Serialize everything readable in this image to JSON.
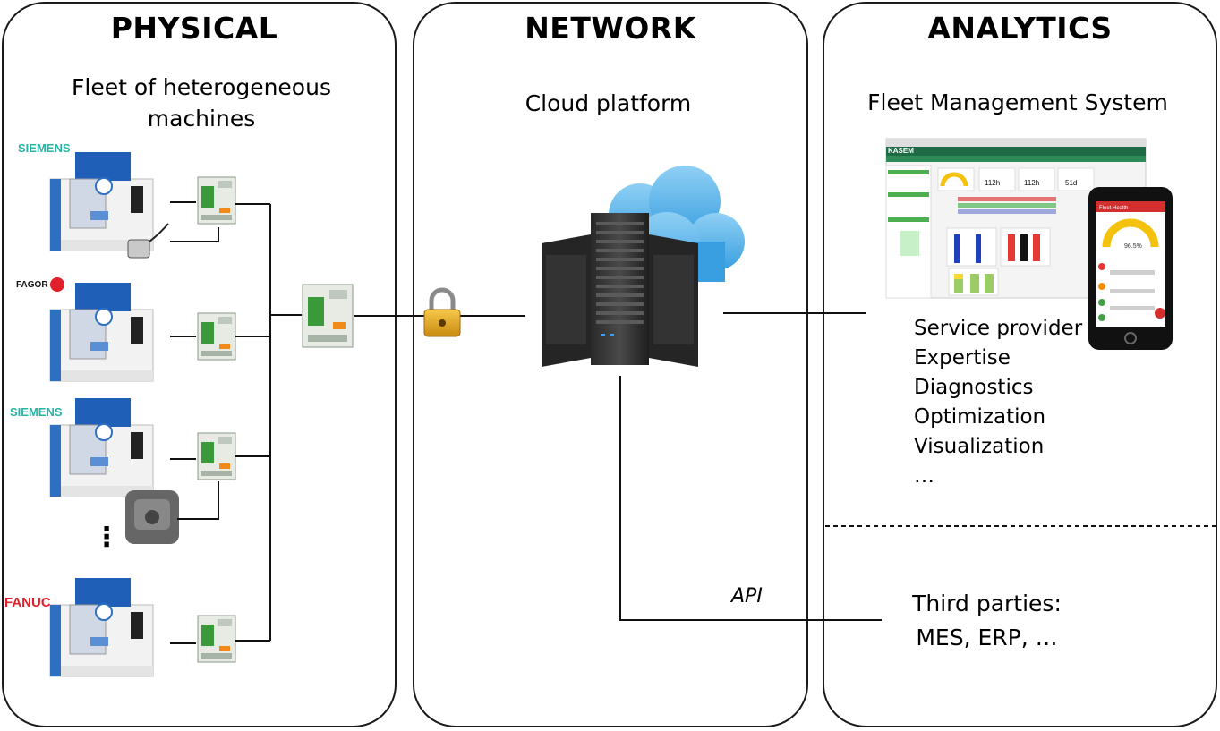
{
  "physical": {
    "title": "PHYSICAL",
    "subtitle_line1": "Fleet of heterogeneous",
    "subtitle_line2": "machines",
    "brands": [
      "SIEMENS",
      "FAGOR",
      "SIEMENS",
      "FANUC"
    ],
    "ellipsis": "⋮"
  },
  "network": {
    "title": "NETWORK",
    "subtitle": "Cloud platform",
    "api_label": "API"
  },
  "analytics": {
    "title": "ANALYTICS",
    "subtitle": "Fleet Management System",
    "services": [
      "Service provider",
      "Expertise",
      "Diagnostics",
      "Optimization",
      "Visualization",
      "…"
    ],
    "third_parties_line1": "Third parties:",
    "third_parties_line2": "MES, ERP, …",
    "dashboard": {
      "logo": "KASEM",
      "kpis": [
        "112h",
        "112h",
        "51d"
      ],
      "gauge_value": "96.5%",
      "phone_title": "Fleet Health"
    }
  },
  "colors": {
    "machine_blue": "#2f6fc0",
    "dashboard_green": "#2e8b57",
    "phone_red": "#d32f2f",
    "gauge_yellow": "#f4c20d",
    "brand_teal": "#2bb3a6",
    "brand_red": "#e0202a"
  }
}
